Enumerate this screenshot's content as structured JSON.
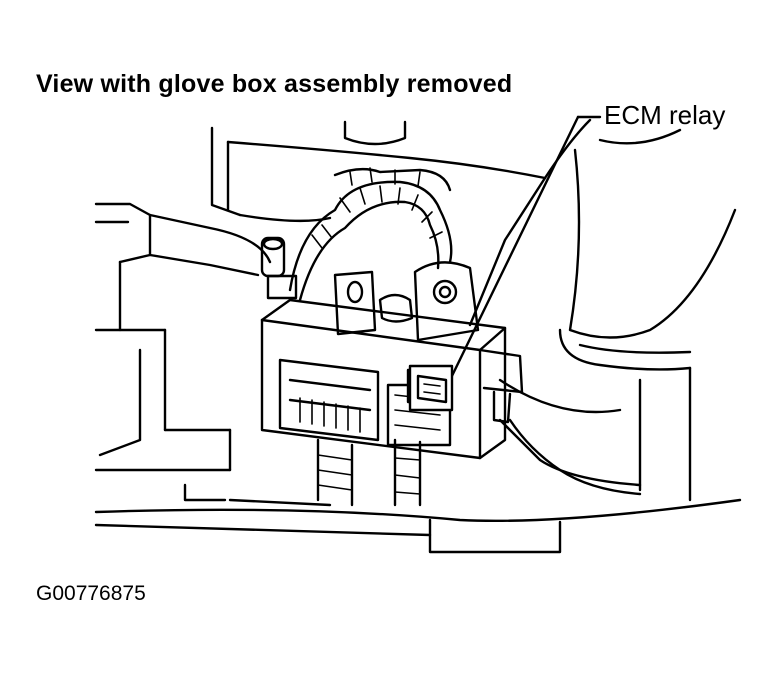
{
  "diagram": {
    "title": "View with glove box assembly removed",
    "callout_label": "ECM relay",
    "figure_id": "G00776875"
  }
}
